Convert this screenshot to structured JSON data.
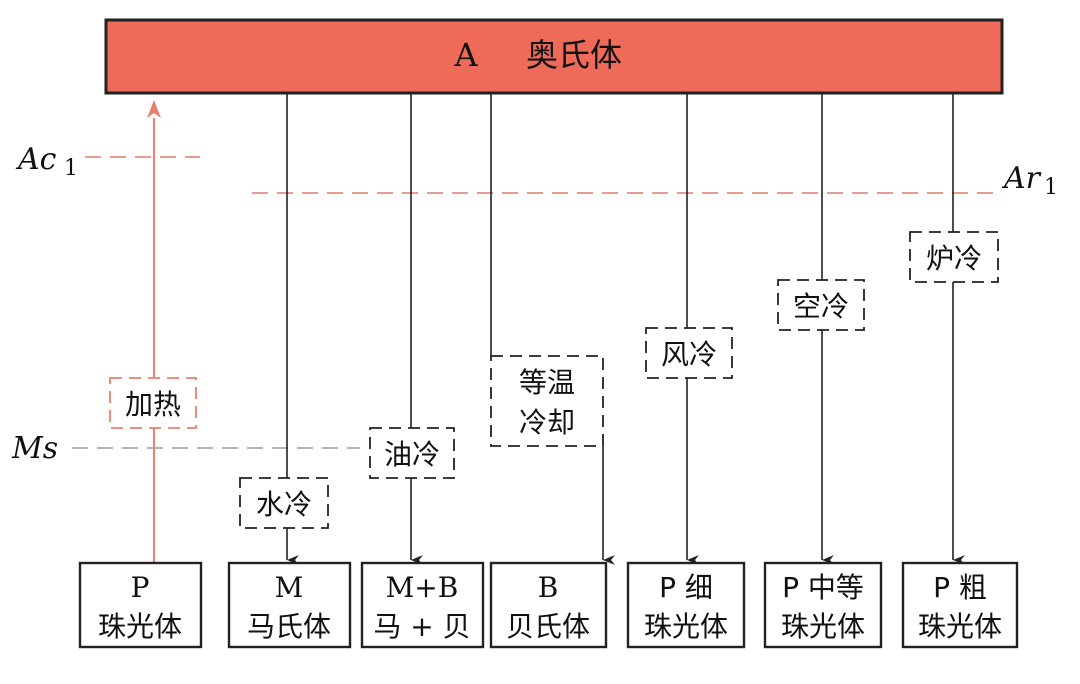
{
  "colors": {
    "austenite_fill": "#ee6b5a",
    "heating_line": "#e8806e",
    "ac1_line": "#e07a6a",
    "ms_line": "#9a9aa8",
    "stroke": "#222222"
  },
  "top_bar": {
    "letter": "A",
    "name": "奥氏体"
  },
  "temp_labels": {
    "ac1": {
      "main": "Ac",
      "sub": "1"
    },
    "ar1": {
      "main": "Ar",
      "sub": "1"
    },
    "ms": {
      "main": "Ms"
    }
  },
  "processes": [
    {
      "id": "heating",
      "lines": [
        "加热"
      ]
    },
    {
      "id": "water",
      "lines": [
        "水冷"
      ]
    },
    {
      "id": "oil",
      "lines": [
        "油冷"
      ]
    },
    {
      "id": "isothermal",
      "lines": [
        "等温",
        "冷却"
      ]
    },
    {
      "id": "air-blast",
      "lines": [
        "风冷"
      ]
    },
    {
      "id": "air",
      "lines": [
        "空冷"
      ]
    },
    {
      "id": "furnace",
      "lines": [
        "炉冷"
      ]
    }
  ],
  "products": [
    {
      "id": "pearlite",
      "line1": "P",
      "line2": "珠光体"
    },
    {
      "id": "martensite",
      "line1": "M",
      "line2": "马氏体"
    },
    {
      "id": "martensite-bainite",
      "line1": "M+B",
      "line2": "马 + 贝"
    },
    {
      "id": "bainite",
      "line1": "B",
      "line2": "贝氏体"
    },
    {
      "id": "fine-pearlite",
      "line1": "P 细",
      "line2": "珠光体"
    },
    {
      "id": "medium-pearlite",
      "line1": "P 中等",
      "line2": "珠光体"
    },
    {
      "id": "coarse-pearlite",
      "line1": "P 粗",
      "line2": "珠光体"
    }
  ]
}
